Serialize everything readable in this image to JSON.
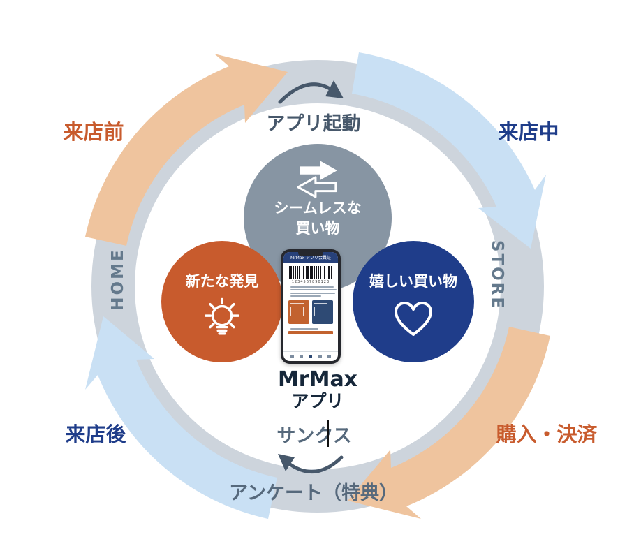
{
  "colors": {
    "orange": "#C85B2D",
    "light-orange": "#EFC49E",
    "navy": "#1F3D8A",
    "light-blue": "#C9E0F4",
    "gray-circle": "#8795A3",
    "ring-gray": "#CDD4DC",
    "slate": "#64798C",
    "dark-slate": "#47586B",
    "slate-text": "#56697C",
    "text-dark": "#16273A",
    "phone-navy": "#27417A"
  },
  "stages": {
    "before": "来店前",
    "during": "来店中",
    "purchase": "購入・決済",
    "after": "来店後"
  },
  "zones": {
    "home": "HOME",
    "store": "STORE"
  },
  "touchpoints": {
    "app_launch": "アプリ起動",
    "thanks": "サンクス",
    "survey": "アンケート（特典）"
  },
  "values": {
    "seamless": {
      "line1": "シームレスな",
      "line2": "買い物"
    },
    "discovery": {
      "label": "新たな発見"
    },
    "happy": {
      "label": "嬉しい買い物"
    }
  },
  "app": {
    "name_line1": "MrMax",
    "name_line2": "アプリ"
  },
  "phone": {
    "header": "MrMax アプリ会員証",
    "barcode_number": "1234567890123"
  },
  "icons": {
    "seamless": "transfer-arrows-icon",
    "discovery": "lightbulb-icon",
    "happy": "heart-icon",
    "launch": "curved-arrow-right-icon",
    "survey": "curved-arrow-left-icon"
  }
}
